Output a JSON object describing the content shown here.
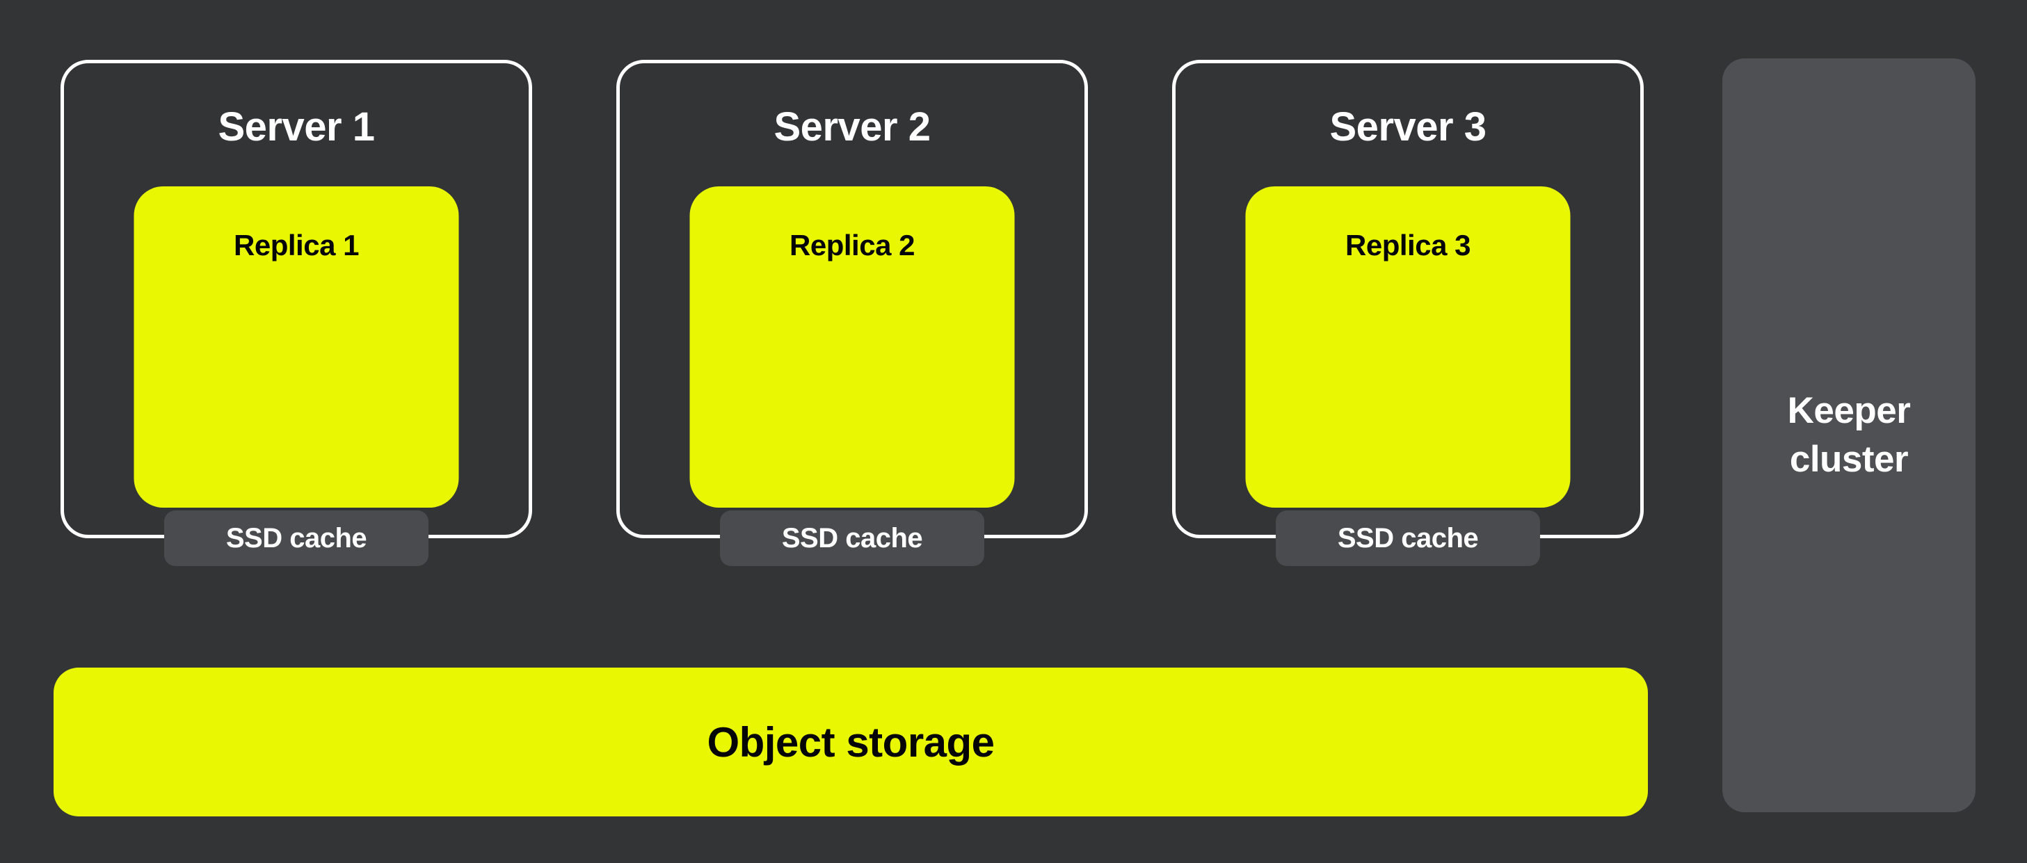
{
  "colors": {
    "bg": "#333436",
    "accent-yellow": "#e9f802",
    "cache-gray": "#4a4b4e",
    "panel-gray": "#4e5054",
    "border-white": "#ffffff",
    "text-dark": "#050505",
    "text-light": "#ffffff"
  },
  "servers": [
    {
      "label": "Server 1",
      "replica_label": "Replica 1",
      "cache_label": "SSD cache"
    },
    {
      "label": "Server 2",
      "replica_label": "Replica 2",
      "cache_label": "SSD cache"
    },
    {
      "label": "Server 3",
      "replica_label": "Replica 3",
      "cache_label": "SSD cache"
    }
  ],
  "object_storage": {
    "label": "Object storage"
  },
  "keeper": {
    "line1": "Keeper",
    "line2": "cluster"
  }
}
